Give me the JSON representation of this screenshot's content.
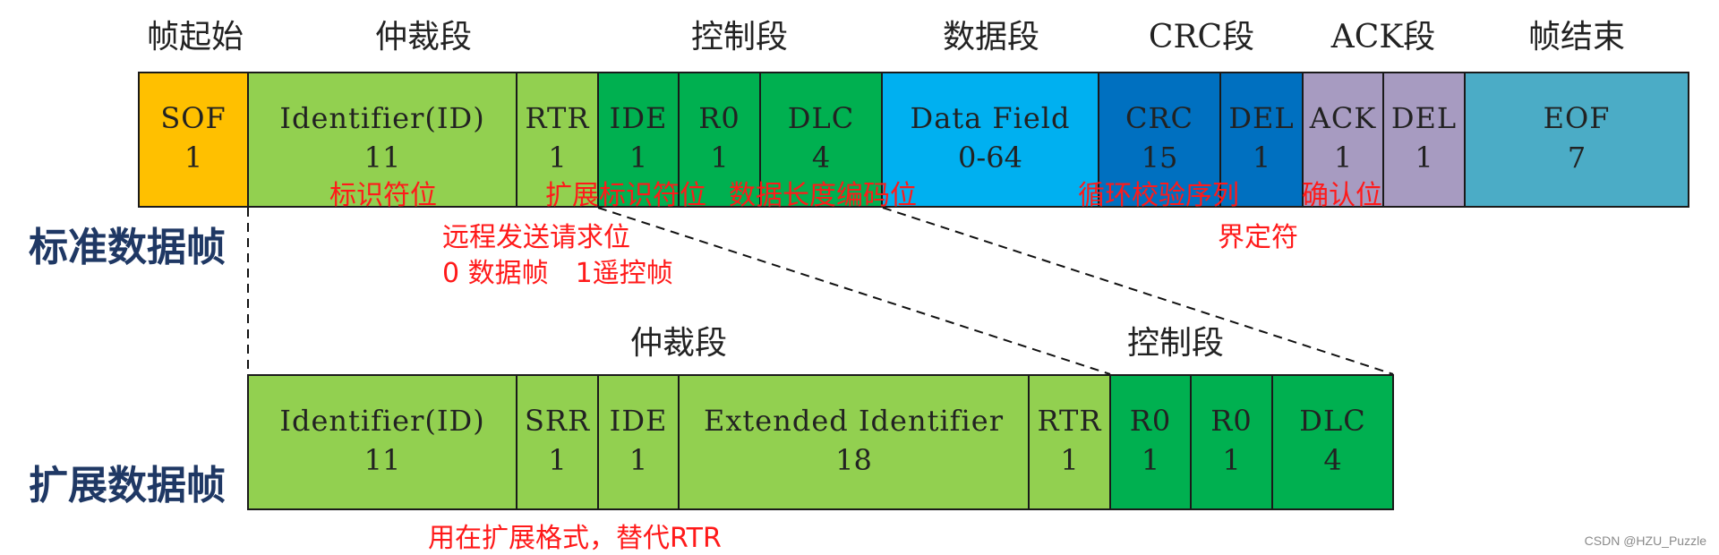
{
  "colors": {
    "sof": "#FFC000",
    "light_green": "#92D050",
    "dark_green": "#00B050",
    "cyan": "#00B0F0",
    "blue": "#0070C0",
    "purple": "#A79BC1",
    "teal": "#4BACC6",
    "annotation_red": "#FF1A1A",
    "row_label": "#1F3864"
  },
  "segment_titles": {
    "sof": "帧起始",
    "arbitration": "仲裁段",
    "control": "控制段",
    "data": "数据段",
    "crc": "CRC段",
    "ack": "ACK段",
    "eof": "帧结束"
  },
  "standard_frame": {
    "label": "标准数据帧",
    "fields": [
      {
        "name": "SOF",
        "bits": "1"
      },
      {
        "name": "Identifier(ID)",
        "bits": "11"
      },
      {
        "name": "RTR",
        "bits": "1"
      },
      {
        "name": "IDE",
        "bits": "1"
      },
      {
        "name": "R0",
        "bits": "1"
      },
      {
        "name": "DLC",
        "bits": "4"
      },
      {
        "name": "Data Field",
        "bits": "0-64"
      },
      {
        "name": "CRC",
        "bits": "15"
      },
      {
        "name": "DEL",
        "bits": "1"
      },
      {
        "name": "ACK",
        "bits": "1"
      },
      {
        "name": "DEL",
        "bits": "1"
      },
      {
        "name": "EOF",
        "bits": "7"
      }
    ]
  },
  "extended_frame": {
    "label": "扩展数据帧",
    "titles": {
      "arbitration": "仲裁段",
      "control": "控制段"
    },
    "fields": [
      {
        "name": "Identifier(ID)",
        "bits": "11"
      },
      {
        "name": "SRR",
        "bits": "1"
      },
      {
        "name": "IDE",
        "bits": "1"
      },
      {
        "name": "Extended Identifier",
        "bits": "18"
      },
      {
        "name": "RTR",
        "bits": "1"
      },
      {
        "name": "R0",
        "bits": "1"
      },
      {
        "name": "R0",
        "bits": "1"
      },
      {
        "name": "DLC",
        "bits": "4"
      }
    ]
  },
  "annotations": {
    "identifier_bit": "标识符位",
    "extended_identifier_bit": "扩展标识符位",
    "data_length_code_bit": "数据长度编码位",
    "crc_sequence": "循环校验序列",
    "ack_bit": "确认位",
    "remote_request_bit": "远程发送请求位",
    "remote_values": "0 数据帧　1遥控帧",
    "delimiter": "界定符",
    "srr_note": "用在扩展格式，替代RTR"
  },
  "watermark": "CSDN @HZU_Puzzle"
}
